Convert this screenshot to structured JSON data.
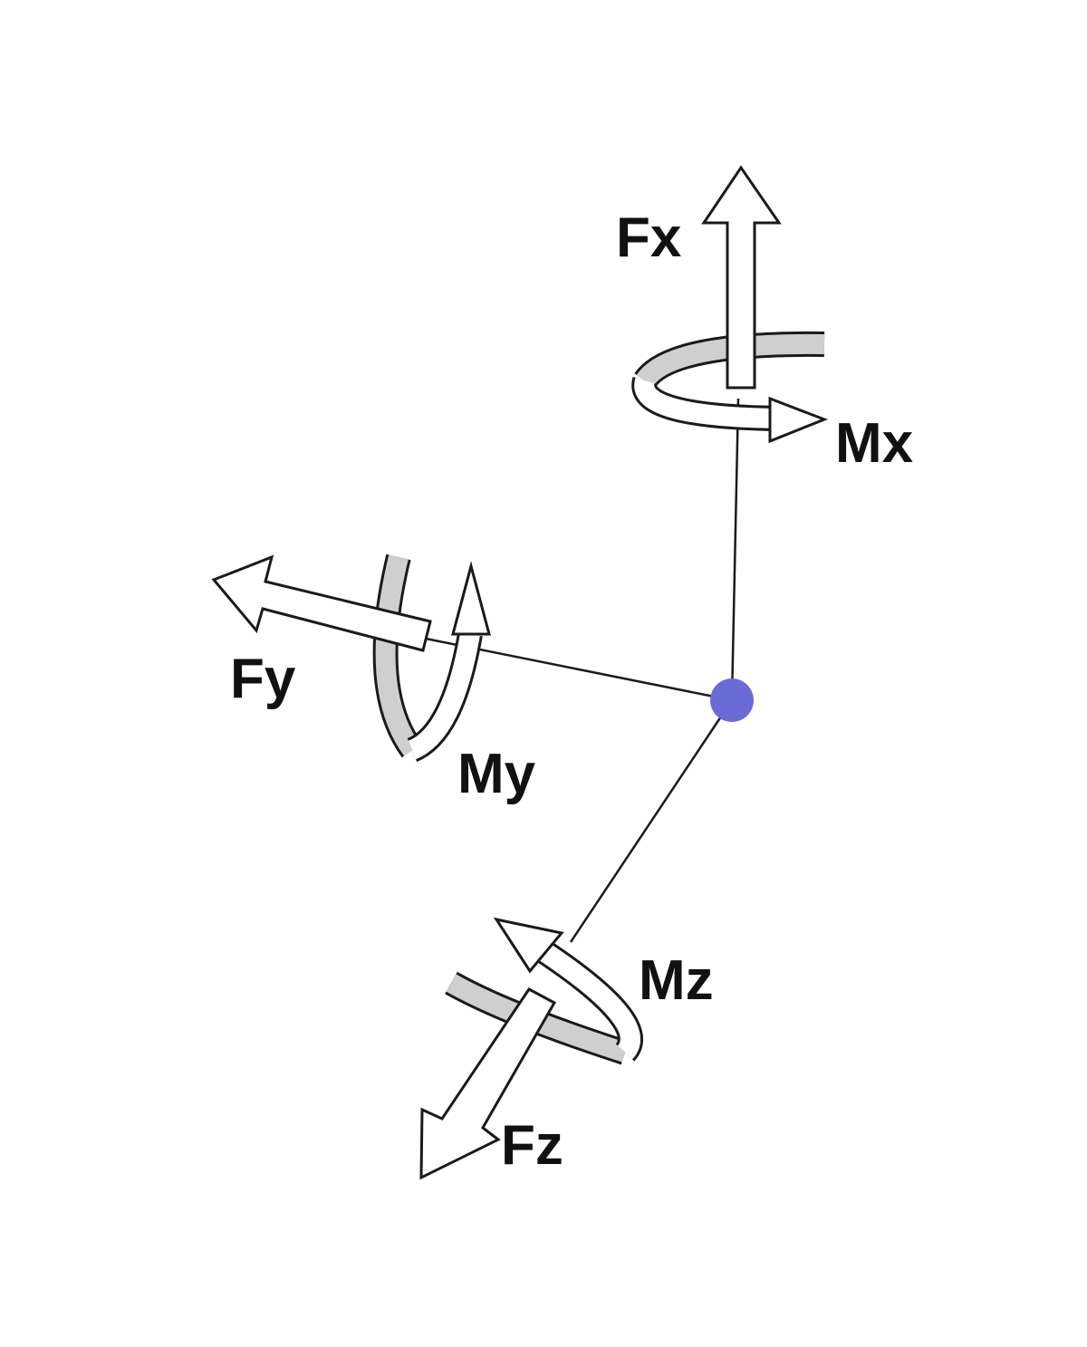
{
  "labels": {
    "fx": "Fx",
    "mx": "Mx",
    "fy": "Fy",
    "my": "My",
    "mz": "Mz",
    "fz": "Fz"
  },
  "colors": {
    "origin_point": "#6b6bd6",
    "moment_back": "#cfcfcf",
    "outline": "#1a1a1a"
  }
}
